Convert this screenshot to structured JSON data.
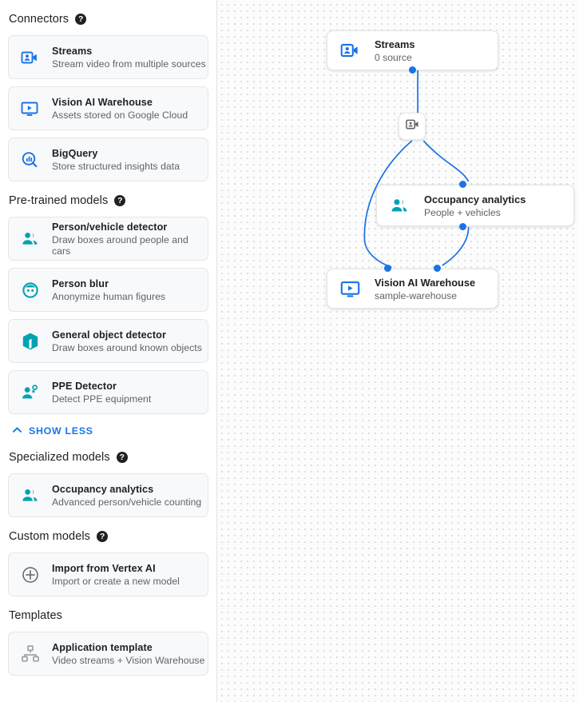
{
  "theme": {
    "accent_blue": "#1a73e8",
    "accent_teal": "#00a2b3",
    "text_primary": "#202124",
    "text_secondary": "#5f6368",
    "card_bg": "#f8f9fa",
    "canvas_bg": "#fcfcfc",
    "grid_dot": "#dddfe2"
  },
  "sidebar": {
    "sections": [
      {
        "title": "Connectors",
        "has_help": true,
        "help_glyph": "?",
        "items": [
          {
            "icon": "video-camera-account-icon",
            "icon_color": "#1a73e8",
            "title": "Streams",
            "subtitle": "Stream video from multiple sources"
          },
          {
            "icon": "monitor-play-icon",
            "icon_color": "#1a73e8",
            "title": "Vision AI Warehouse",
            "subtitle": "Assets stored on Google Cloud"
          },
          {
            "icon": "bigquery-search-icon",
            "icon_color": "#1a73e8",
            "title": "BigQuery",
            "subtitle": "Store structured insights data"
          }
        ]
      },
      {
        "title": "Pre-trained models",
        "has_help": true,
        "help_glyph": "?",
        "items": [
          {
            "icon": "people-group-icon",
            "icon_color": "#00a2b3",
            "title": "Person/vehicle detector",
            "subtitle": "Draw boxes around people and cars"
          },
          {
            "icon": "person-face-blur-icon",
            "icon_color": "#00a2b3",
            "title": "Person blur",
            "subtitle": "Anonymize human figures"
          },
          {
            "icon": "cube-box-icon",
            "icon_color": "#00a2b3",
            "title": "General object detector",
            "subtitle": "Draw boxes around known objects"
          },
          {
            "icon": "person-ppe-icon",
            "icon_color": "#00a2b3",
            "title": "PPE Detector",
            "subtitle": "Detect PPE equipment"
          }
        ],
        "footer_link": {
          "icon": "chevron-up-icon",
          "label": "SHOW LESS"
        }
      },
      {
        "title": "Specialized models",
        "has_help": true,
        "help_glyph": "?",
        "items": [
          {
            "icon": "people-group-icon",
            "icon_color": "#00a2b3",
            "title": "Occupancy analytics",
            "subtitle": "Advanced person/vehicle counting"
          }
        ]
      },
      {
        "title": "Custom models",
        "has_help": true,
        "help_glyph": "?",
        "items": [
          {
            "icon": "plus-circle-icon",
            "icon_color": "#5f6368",
            "title": "Import from Vertex AI",
            "subtitle": "Import or create a new model"
          }
        ]
      },
      {
        "title": "Templates",
        "has_help": false,
        "help_glyph": "",
        "items": [
          {
            "icon": "hierarchy-template-icon",
            "icon_color": "#9aa0a6",
            "title": "Application template",
            "subtitle": "Video streams + Vision Warehouse"
          }
        ]
      }
    ]
  },
  "canvas": {
    "nodes": [
      {
        "id": "streams",
        "icon": "video-camera-account-icon",
        "icon_color": "#1a73e8",
        "title": "Streams",
        "subtitle": "0 source"
      },
      {
        "id": "occupancy",
        "icon": "people-group-icon",
        "icon_color": "#00a2b3",
        "title": "Occupancy analytics",
        "subtitle": "People + vehicles"
      },
      {
        "id": "warehouse",
        "icon": "monitor-play-icon",
        "icon_color": "#1a73e8",
        "title": "Vision AI Warehouse",
        "subtitle": "sample-warehouse"
      }
    ],
    "branch_chip": {
      "icon": "video-camera-account-icon",
      "icon_color": "#5f6368"
    }
  }
}
